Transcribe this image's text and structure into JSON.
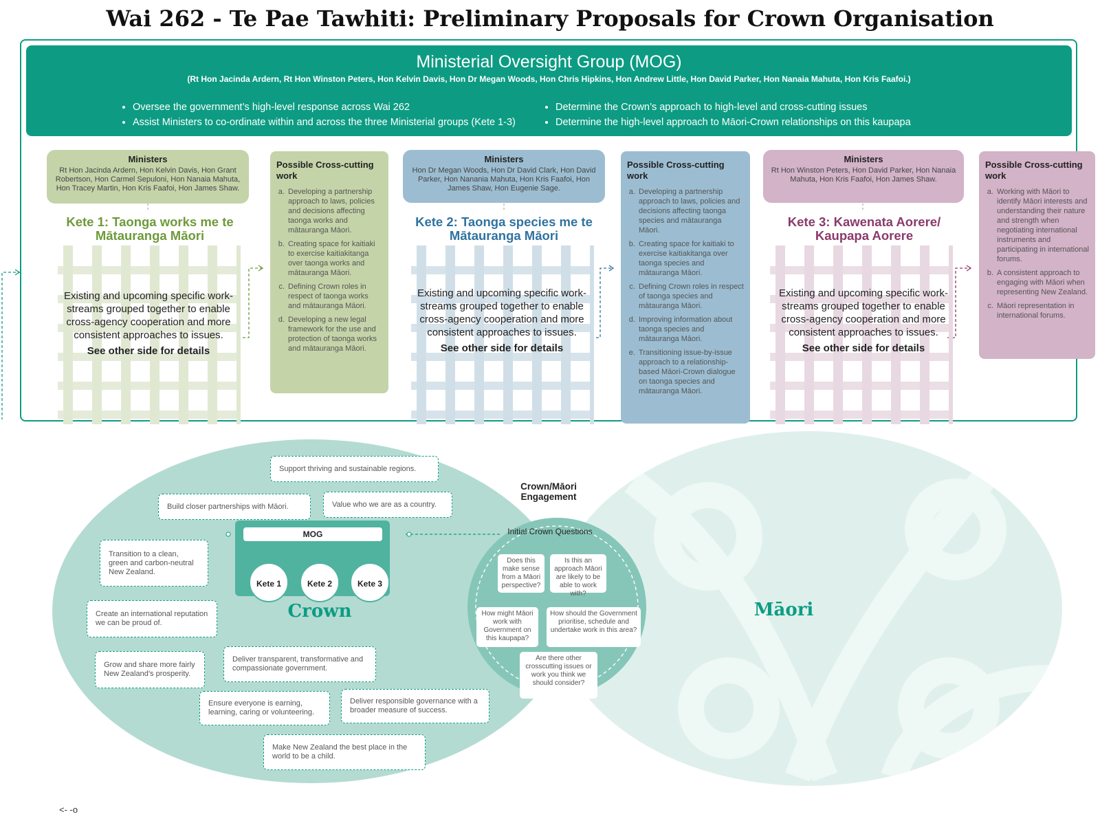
{
  "title": "Wai 262 - Te Pae Tawhiti: Preliminary Proposals for Crown Organisation",
  "mog": {
    "title": "Ministerial Oversight Group (MOG)",
    "members": "(Rt Hon Jacinda Ardern, Rt Hon Winston Peters, Hon Kelvin Davis, Hon Dr Megan Woods, Hon Chris Hipkins, Hon Andrew Little, Hon David Parker, Hon Nanaia Mahuta, Hon Kris Faafoi.)",
    "bullets_left": [
      "Oversee the government’s high-level response across Wai 262",
      "Assist Ministers to co-ordinate within and across the three Ministerial groups (Kete 1-3)"
    ],
    "bullets_right": [
      "Determine the Crown’s approach to high-level and cross-cutting issues",
      "Determine the high-level approach to Māori-Crown relationships on this kaupapa"
    ]
  },
  "colors": {
    "teal": "#0d9c83",
    "kete1": "#6e9a3a",
    "kete2": "#2f73a0",
    "kete3": "#8a3a6b"
  },
  "kete": [
    {
      "ministers_label": "Ministers",
      "ministers": "Rt Hon Jacinda Ardern, Hon Kelvin Davis, Hon Grant Robertson, Hon Carmel Sepuloni, Hon Nanaia Mahuta, Hon Tracey Martin, Hon Kris Faafoi, Hon James Shaw.",
      "title": "Kete 1: Taonga works me te Mātauranga Māori",
      "body": "Existing and upcoming specific work-streams grouped together to enable cross-agency cooperation and more consistent approaches to issues.",
      "see": "See other side for details",
      "cc_title": "Possible Cross-cutting work",
      "cc_items": [
        "Developing a partnership approach to laws, policies and decisions affecting taonga works and mātauranga Māori.",
        "Creating space for kaitiaki to exercise kaitiakitanga over taonga works and mātauranga Māori.",
        "Defining Crown roles in respect of taonga works and mātauranga Māori.",
        "Developing a new legal framework for the use and protection of taonga works and mātauranga Māori."
      ]
    },
    {
      "ministers_label": "Ministers",
      "ministers": "Hon Dr Megan Woods, Hon Dr David Clark, Hon David Parker, Hon Nanania Mahuta, Hon Kris Faafoi, Hon James Shaw, Hon Eugenie Sage.",
      "title": "Kete 2: Taonga species me te Mātauranga Māori",
      "body": "Existing and upcoming specific work-streams grouped together to enable cross-agency cooperation and more consistent approaches to issues.",
      "see": "See other side for details",
      "cc_title": "Possible Cross-cutting work",
      "cc_items": [
        "Developing a partnership approach to laws, policies and decisions affecting taonga species and mātauranga Māori.",
        "Creating space for kaitiaki to exercise kaitiakitanga over taonga species and mātauranga Māori.",
        "Defining Crown roles in respect of taonga species and mātauranga Māori.",
        "Improving information about taonga species and mātauranga Māori.",
        "Transitioning issue-by-issue approach to a relationship-based Māori-Crown dialogue on taonga species and mātauranga Māori."
      ]
    },
    {
      "ministers_label": "Ministers",
      "ministers": "Rt Hon Winston Peters, Hon David Parker, Hon Nanaia Mahuta, Hon Kris Faafoi, Hon James Shaw.",
      "title": "Kete 3: Kawenata Aorere/ Kaupapa Aorere",
      "body": "Existing and upcoming specific work-streams grouped together to enable cross-agency cooperation and more consistent approaches to issues.",
      "see": "See other side for details",
      "cc_title": "Possible Cross-cutting work",
      "cc_items": [
        "Working with Māori to identify Māori interests and understanding their nature and strength when negotiating international instruments and participating in international forums.",
        "A consistent approach to engaging with Māori when representing New Zealand.",
        "Māori representation in international forums."
      ]
    }
  ],
  "crown": {
    "label": "Crown",
    "priorities": [
      "Support thriving and sustainable regions.",
      "Build closer partnerships with Māori.",
      "Value who we are as a country.",
      "Transition to a clean, green and carbon-neutral New Zealand.",
      "Create an international reputation we can be proud of.",
      "Grow and share more fairly New Zealand’s prosperity.",
      "Deliver transparent, transformative and compassionate government.",
      "Ensure everyone is earning, learning, caring or volunteering.",
      "Deliver responsible governance with a broader measure of success.",
      "Make New Zealand the best place in the world to be a child."
    ],
    "mog_label": "MOG",
    "kete_labels": [
      "Kete 1",
      "Kete 2",
      "Kete 3"
    ]
  },
  "maori": {
    "label": "Māori"
  },
  "engagement": {
    "title": "Crown/Māori Engagement",
    "questions_title": "Initial Crown Questions",
    "questions": [
      "Does this make sense from a Māori perspective?",
      "Is this an approach Māori are likely to be able to work with?",
      "How might Māori work with Government on this kaupapa?",
      "How should the Government prioritise, schedule and undertake work in this area?",
      "Are there other crosscutting issues or work you think we should consider?"
    ]
  },
  "footer": "<- -o"
}
